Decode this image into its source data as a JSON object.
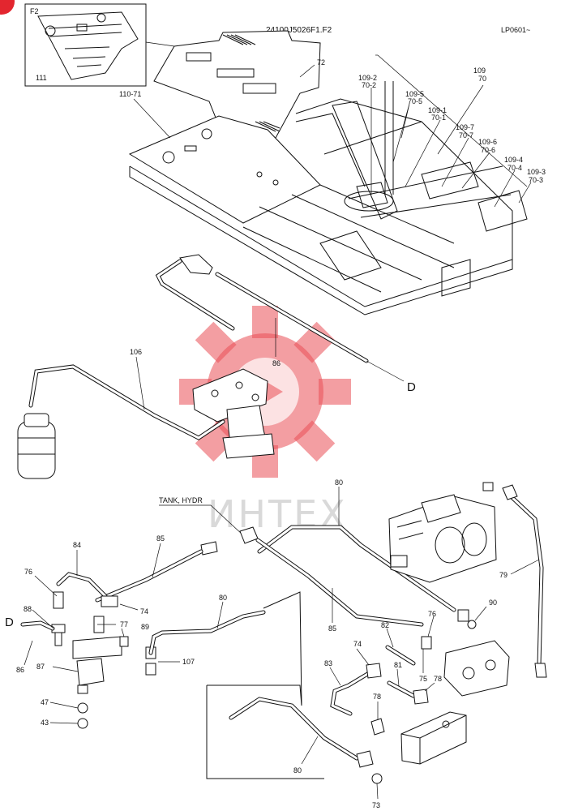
{
  "header": {
    "drawing_number": "24100J5026F1.F2",
    "page_code": "LP0601~",
    "inset_label": "F2"
  },
  "watermark": {
    "text": "ИНТЕХ",
    "logo": "gear-logo"
  },
  "colors": {
    "line": "#111111",
    "watermark_gear": "#ea4f55",
    "watermark_text": "#bbbbbb",
    "corner_badge": "#e3262f"
  },
  "callouts": {
    "c111": "111",
    "c72": "72",
    "c110_71": "110-71",
    "c109_2": "109-2",
    "c70_2": "70-2",
    "c109_5": "109-5",
    "c70_5": "70-5",
    "c109_1": "109-1",
    "c70_1": "70-1",
    "c109": "109",
    "c70": "70",
    "c109_7": "109-7",
    "c70_7": "70-7",
    "c109_6": "109-6",
    "c70_6": "70-6",
    "c109_4": "109-4",
    "c70_4": "70-4",
    "c109_3": "109-3",
    "c70_3": "70-3",
    "c86_top": "86",
    "c106": "106",
    "c80_top": "80",
    "tank": "TANK, HYDR",
    "c85_a": "85",
    "c84": "84",
    "c76_a": "76",
    "c74_a": "74",
    "c88": "88",
    "c77": "77",
    "c89": "89",
    "c86_bottom": "86",
    "c87": "87",
    "c107": "107",
    "c47": "47",
    "c43": "43",
    "c80_mid": "80",
    "c85_b": "85",
    "c82": "82",
    "c79": "79",
    "c90": "90",
    "c76_b": "76",
    "c75": "75",
    "c74_b": "74",
    "c83": "83",
    "c81": "81",
    "c78_a": "78",
    "c78_b": "78",
    "c80_bottom": "80",
    "c73": "73",
    "d_right": "D",
    "d_left": "D"
  }
}
